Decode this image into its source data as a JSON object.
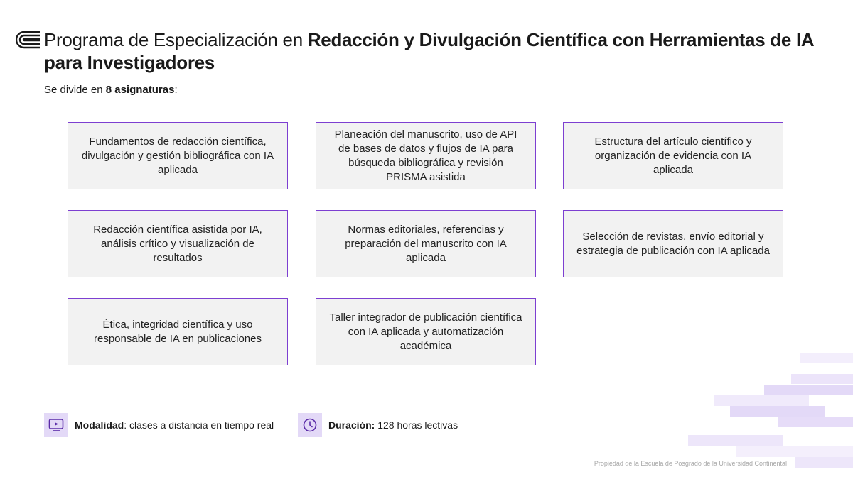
{
  "header": {
    "title_regular": "Programa de Especialización en ",
    "title_bold": "Redacción y Divulgación Científica con Herramientas de IA para Investigadores",
    "subtitle_prefix": "Se divide en ",
    "subtitle_bold": "8 asignaturas",
    "subtitle_suffix": ":"
  },
  "courses": [
    "Fundamentos de redacción científica, divulgación y gestión bibliográfica con IA aplicada",
    "Planeación del manuscrito, uso de API de bases de datos y flujos de IA para búsqueda bibliográfica y revisión PRISMA asistida",
    "Estructura del artículo científico y organización de evidencia con IA aplicada",
    "Redacción científica asistida por IA, análisis crítico y visualización de resultados",
    "Normas editoriales, referencias y preparación del manuscrito con IA aplicada",
    "Selección de revistas, envío editorial y estrategia de publicación con IA aplicada",
    "Ética, integridad científica y uso responsable de IA en publicaciones",
    "Taller integrador de publicación científica con IA aplicada y automatización académica"
  ],
  "footer": {
    "modalidad_label": "Modalidad",
    "modalidad_value": ": clases a distancia en tiempo real",
    "duracion_label": "Duración:",
    "duracion_value": " 128 horas lectivas",
    "modalidad_icon": "video-class-icon",
    "duracion_icon": "clock-icon",
    "credit": "Propiedad de la Escuela de Posgrado de la Universidad Continental"
  },
  "colors": {
    "accent": "#7d3fd1",
    "card_bg": "#f2f2f2",
    "icon_bg": "#e3d9f7"
  }
}
